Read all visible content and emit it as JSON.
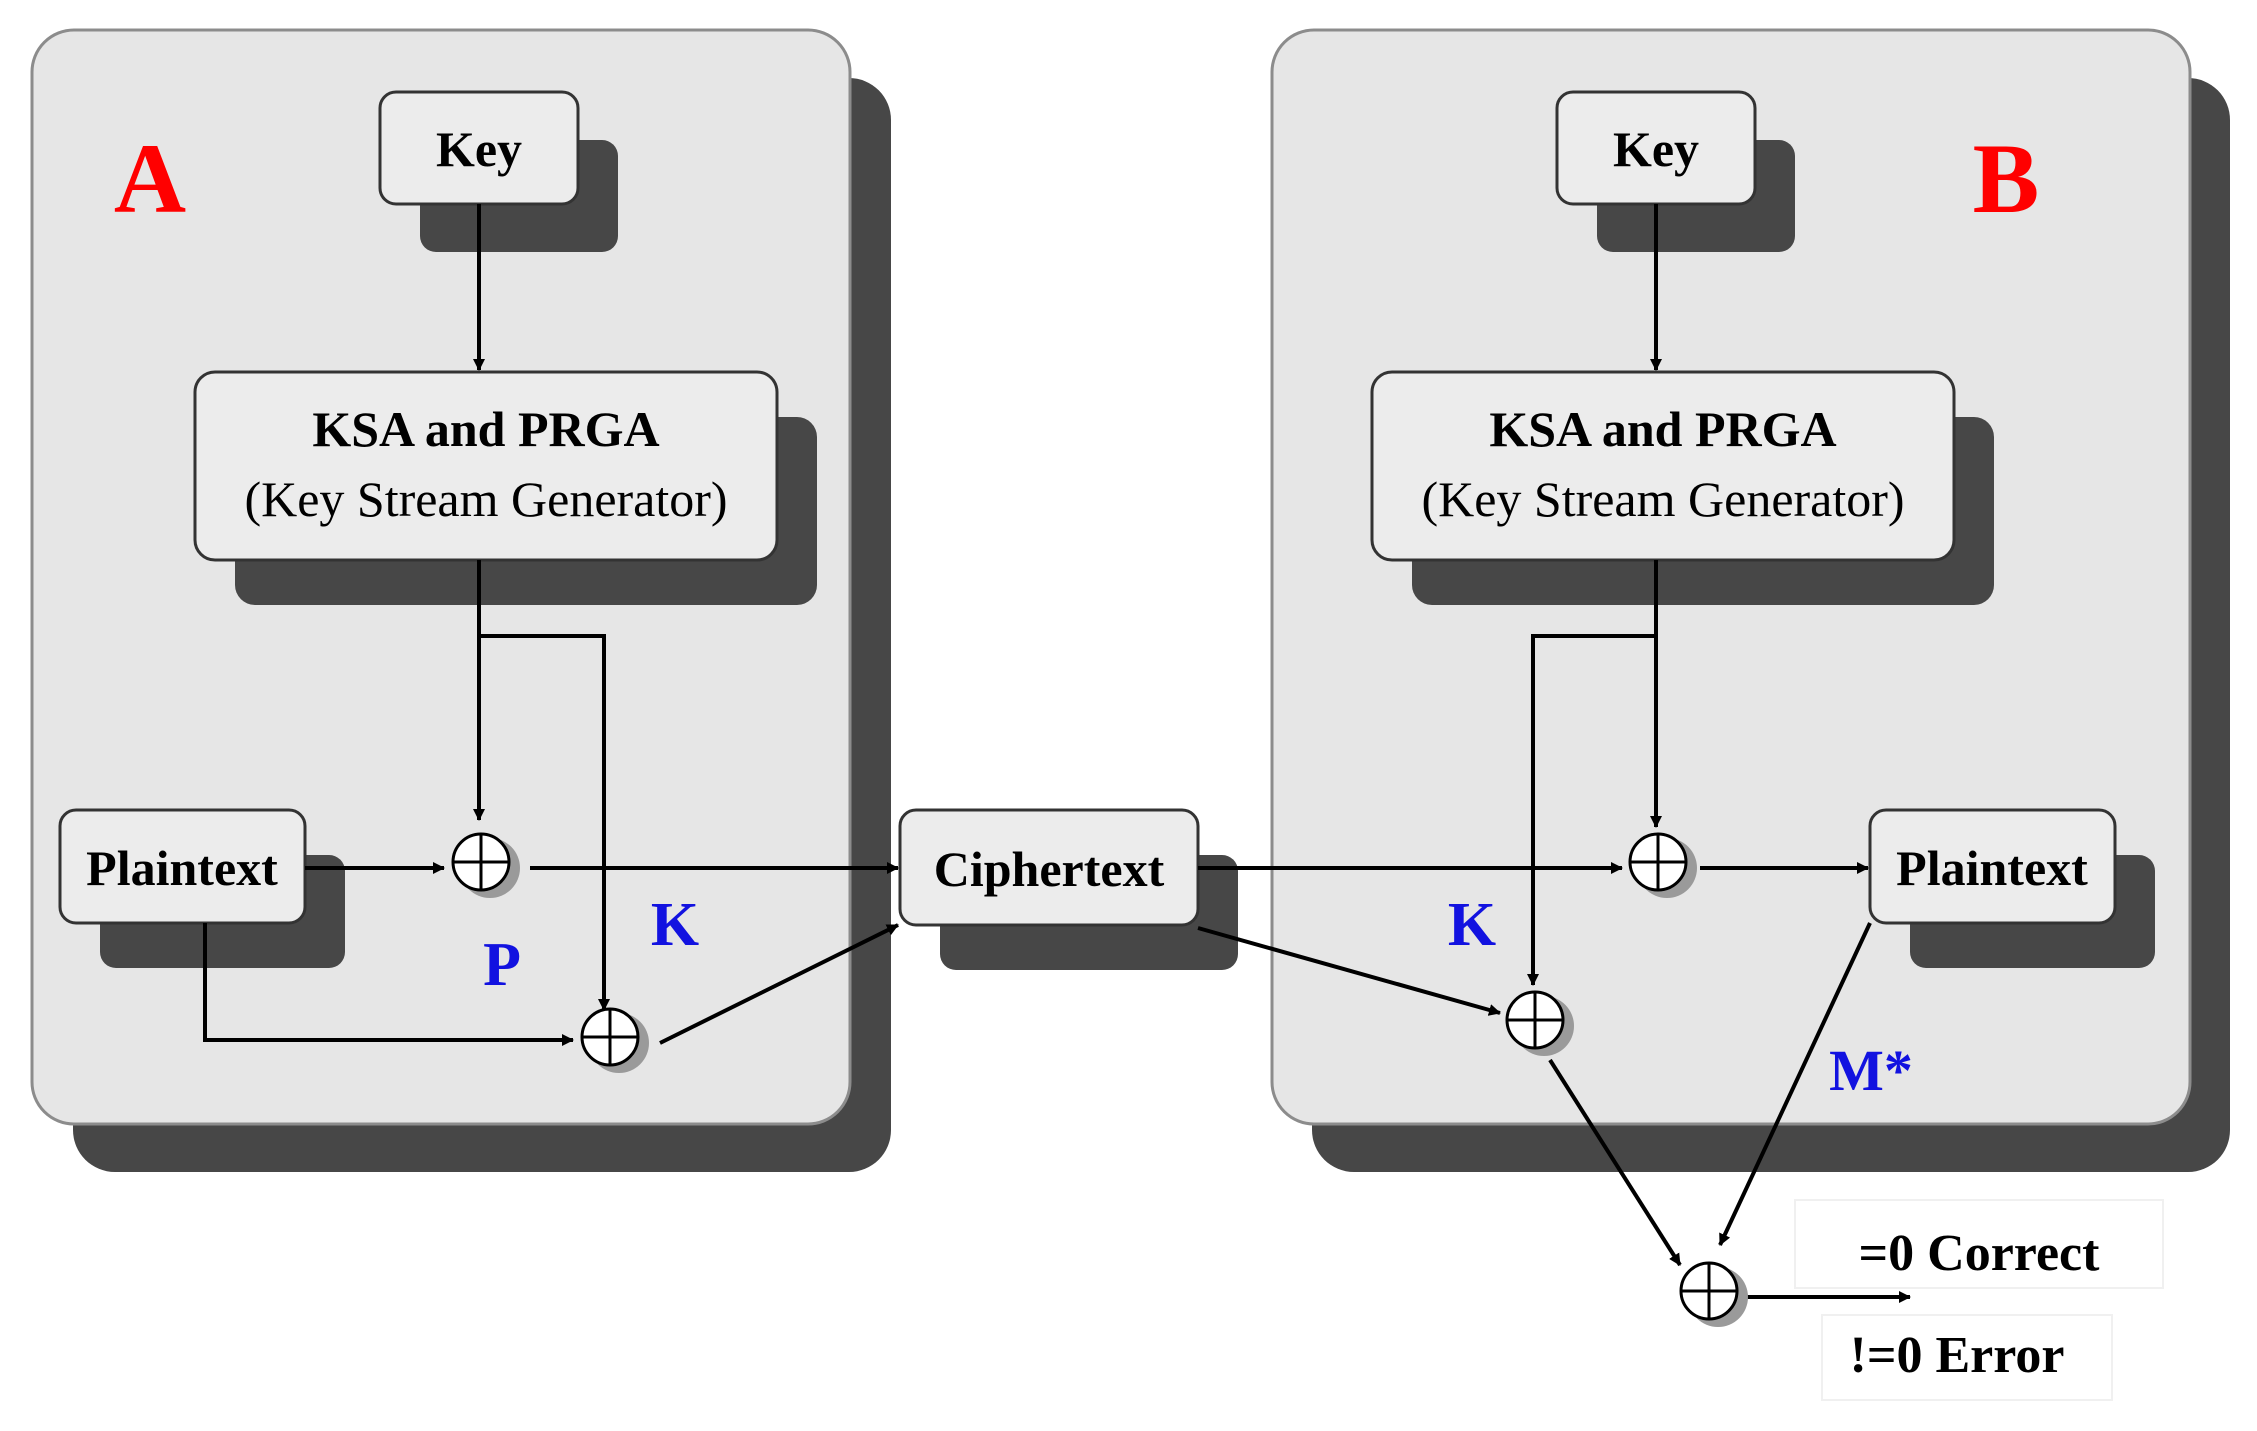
{
  "panel_a": {
    "label": "A",
    "key": "Key",
    "generator_title": "KSA and PRGA",
    "generator_subtitle": "(Key Stream Generator)",
    "plaintext": "Plaintext"
  },
  "panel_b": {
    "label": "B",
    "key": "Key",
    "generator_title": "KSA and PRGA",
    "generator_subtitle": "(Key Stream Generator)",
    "plaintext": "Plaintext"
  },
  "ciphertext": "Ciphertext",
  "signals": {
    "p": "P",
    "k_a": "K",
    "k_b": "K",
    "m_star": "M*"
  },
  "results": {
    "correct": "=0 Correct",
    "error": "!=0 Error"
  },
  "colors": {
    "panel_fill": "#e6e6e6",
    "shadow": "#474747",
    "box_fill": "#ececec",
    "panel_label": "#ff0000",
    "signal_label": "#1212e0",
    "line": "#000000"
  }
}
